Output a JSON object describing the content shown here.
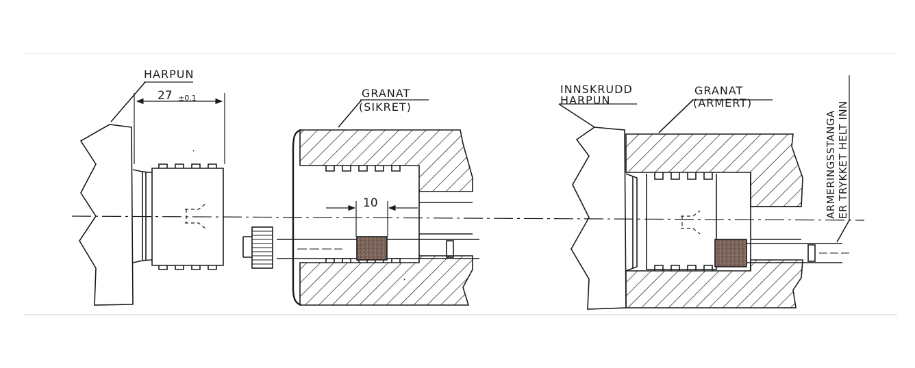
{
  "diagram": {
    "labels": {
      "harpun": "HARPUN",
      "dim_27": "27",
      "dim_27_tol": "±0.1",
      "granat_sikret_1": "GRANAT",
      "granat_sikret_2": "(SIKRET)",
      "dim_10": "10",
      "innskrudd_1": "INNSKRUDD",
      "innskrudd_2": "HARPUN",
      "granat_armert_1": "GRANAT",
      "granat_armert_2": "(ARMERT)",
      "armering_1": "ARMERINGSSTANGA",
      "armering_2": "ER TRYKKET HELT INN"
    },
    "colors": {
      "line": "#1a1a1a",
      "charge": "#7a6258",
      "paper": "#ffffff"
    }
  }
}
